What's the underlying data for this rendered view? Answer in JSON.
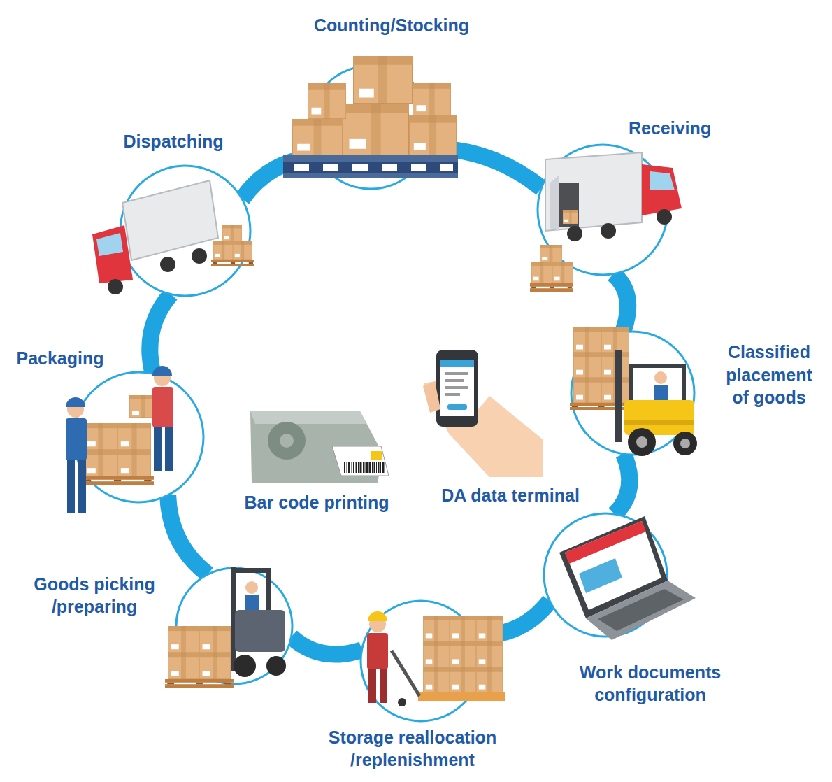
{
  "diagram": {
    "nodes": [
      {
        "text": [
          "Counting/Stocking"
        ]
      },
      {
        "text": [
          "Receiving"
        ]
      },
      {
        "text": [
          "Classified placement of goods"
        ]
      },
      {
        "text": [
          "Work documents configuration"
        ]
      },
      {
        "text": [
          "Storage reallocation /replenishment"
        ]
      },
      {
        "text": [
          "Goods picking /preparing"
        ]
      },
      {
        "text": [
          "Packaging"
        ]
      },
      {
        "text": [
          "Dispatching"
        ]
      }
    ],
    "edges": [
      {
        "from": 0,
        "to": 1,
        "arrow": "none"
      },
      {
        "from": 1,
        "to": 2,
        "arrow": "none"
      },
      {
        "from": 2,
        "to": 3,
        "arrow": "none"
      },
      {
        "from": 3,
        "to": 4,
        "arrow": "none"
      },
      {
        "from": 4,
        "to": 5,
        "arrow": "none"
      },
      {
        "from": 5,
        "to": 6,
        "arrow": "none"
      },
      {
        "from": 6,
        "to": 7,
        "arrow": "none"
      },
      {
        "from": 7,
        "to": 0,
        "arrow": "none"
      }
    ],
    "labels": [
      "Bar code printing",
      "DA data terminal"
    ]
  }
}
